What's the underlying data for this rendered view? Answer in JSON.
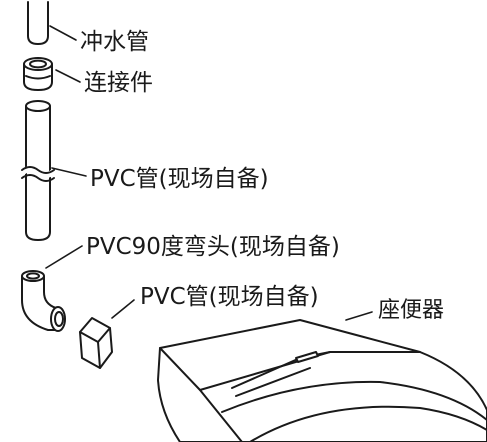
{
  "labels": {
    "flush_pipe": "冲水管",
    "connector": "连接件",
    "pvc_pipe": "PVC管(现场自备)",
    "pvc_elbow": "PVC90度弯头(现场自备)",
    "pvc_pipe_short": "PVC管(现场自备)",
    "toilet": "座便器"
  },
  "colors": {
    "line": "#1a1a1a",
    "fill": "#ffffff",
    "text": "#1a1a1a"
  }
}
